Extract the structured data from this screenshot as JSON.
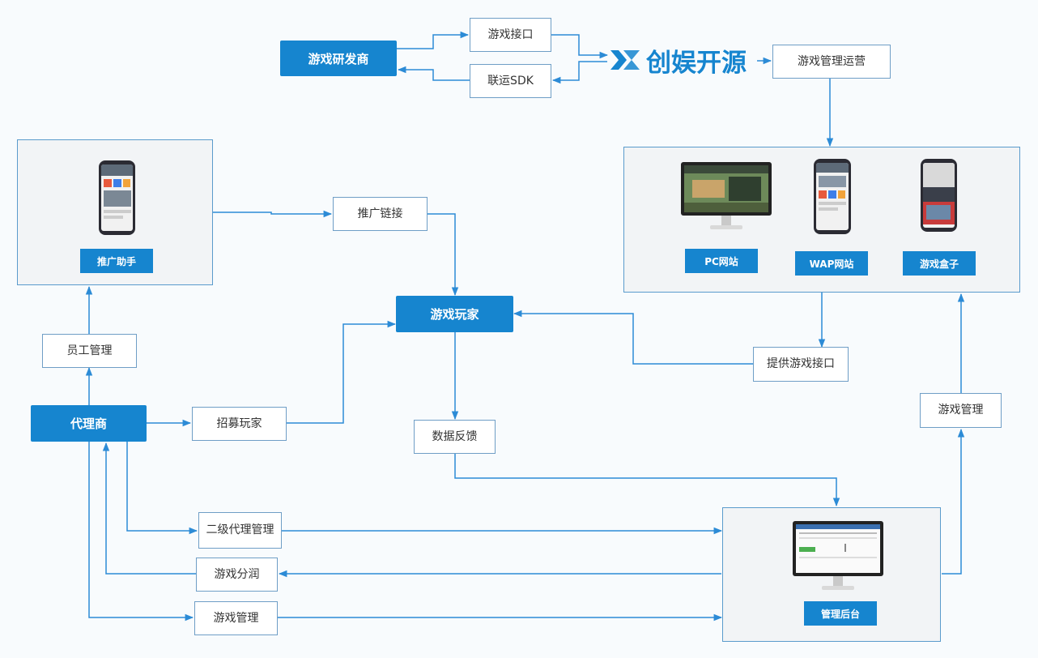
{
  "brand": {
    "name": "创娱开源",
    "mark_icon": "x-logo-icon",
    "color": "#1685cf"
  },
  "nodes": {
    "developer": "游戏研发商",
    "game_interface": "游戏接口",
    "joint_sdk": "联运SDK",
    "operation": "游戏管理运营",
    "promo_link": "推广链接",
    "promo_assistant": "推广助手",
    "players": "游戏玩家",
    "staff_mgmt": "员工管理",
    "agent": "代理商",
    "recruit": "招募玩家",
    "data_feedback": "数据反馈",
    "provide_api": "提供游戏接口",
    "game_mgmt_right": "游戏管理",
    "sub_agent": "二级代理管理",
    "revenue_share": "游戏分润",
    "game_mgmt_bottom": "游戏管理",
    "backend": "管理后台"
  },
  "platforms": [
    {
      "label": "PC网站",
      "device": "monitor-icon"
    },
    {
      "label": "WAP网站",
      "device": "phone-icon"
    },
    {
      "label": "游戏盒子",
      "device": "phone-icon"
    }
  ],
  "colors": {
    "primary": "#1685cf",
    "line": "#2c8bd6",
    "border": "#6f9ec6",
    "panel": "#f2f4f6"
  }
}
